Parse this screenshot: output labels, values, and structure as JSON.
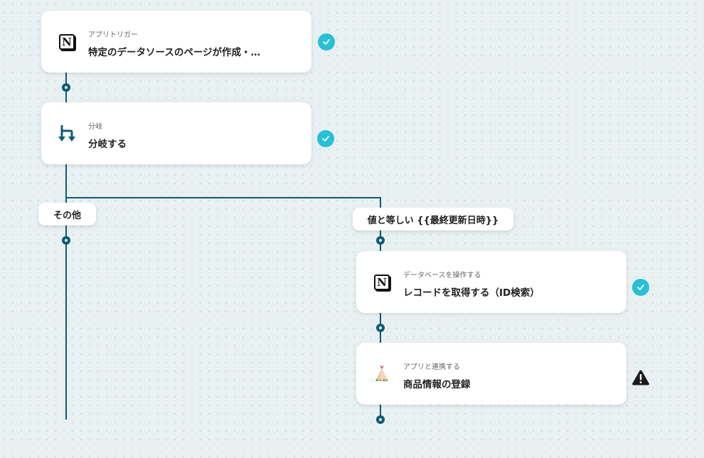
{
  "steps": [
    {
      "sub": "アプリトリガー",
      "title": "特定のデータソースのページが作成・…",
      "icon": "notion-icon",
      "status": "check"
    },
    {
      "sub": "分岐",
      "title": "分岐する",
      "icon": "branch-icon",
      "status": "check"
    },
    {
      "sub": "データベースを操作する",
      "title": "レコードを取得する（ID検索）",
      "icon": "notion-icon",
      "status": "check"
    },
    {
      "sub": "アプリと連携する",
      "title": "商品情報の登録",
      "icon": "tent-app-icon",
      "status": "warning"
    }
  ],
  "branches": {
    "other_label": "その他",
    "condition_label": "値と等しい {{最終更新日時}}"
  },
  "colors": {
    "line": "#0f5b73",
    "check": "#29bfd6",
    "warning": "#1a1a1a",
    "background": "#e8f0f2"
  }
}
